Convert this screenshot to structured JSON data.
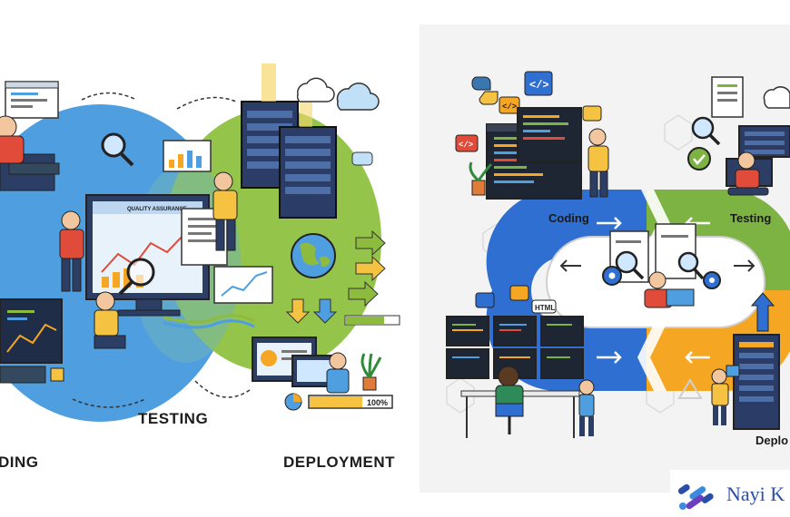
{
  "left_panel": {
    "label_coding": "DING",
    "label_testing": "TESTING",
    "label_deployment": "DEPLOYMENT",
    "monitor_title": "QUALITY ASSURANCE",
    "progress_text": "100%"
  },
  "right_panel": {
    "label_coding": "Coding",
    "label_testing": "Testing",
    "label_deployment": "Deplo",
    "badge_html": "HTML"
  },
  "logo": {
    "text": "Nayi K"
  },
  "colors": {
    "blue": "#3f8fd6",
    "green": "#8dbb3e",
    "orange": "#f5a623",
    "dark_blue": "#2b3d66"
  }
}
